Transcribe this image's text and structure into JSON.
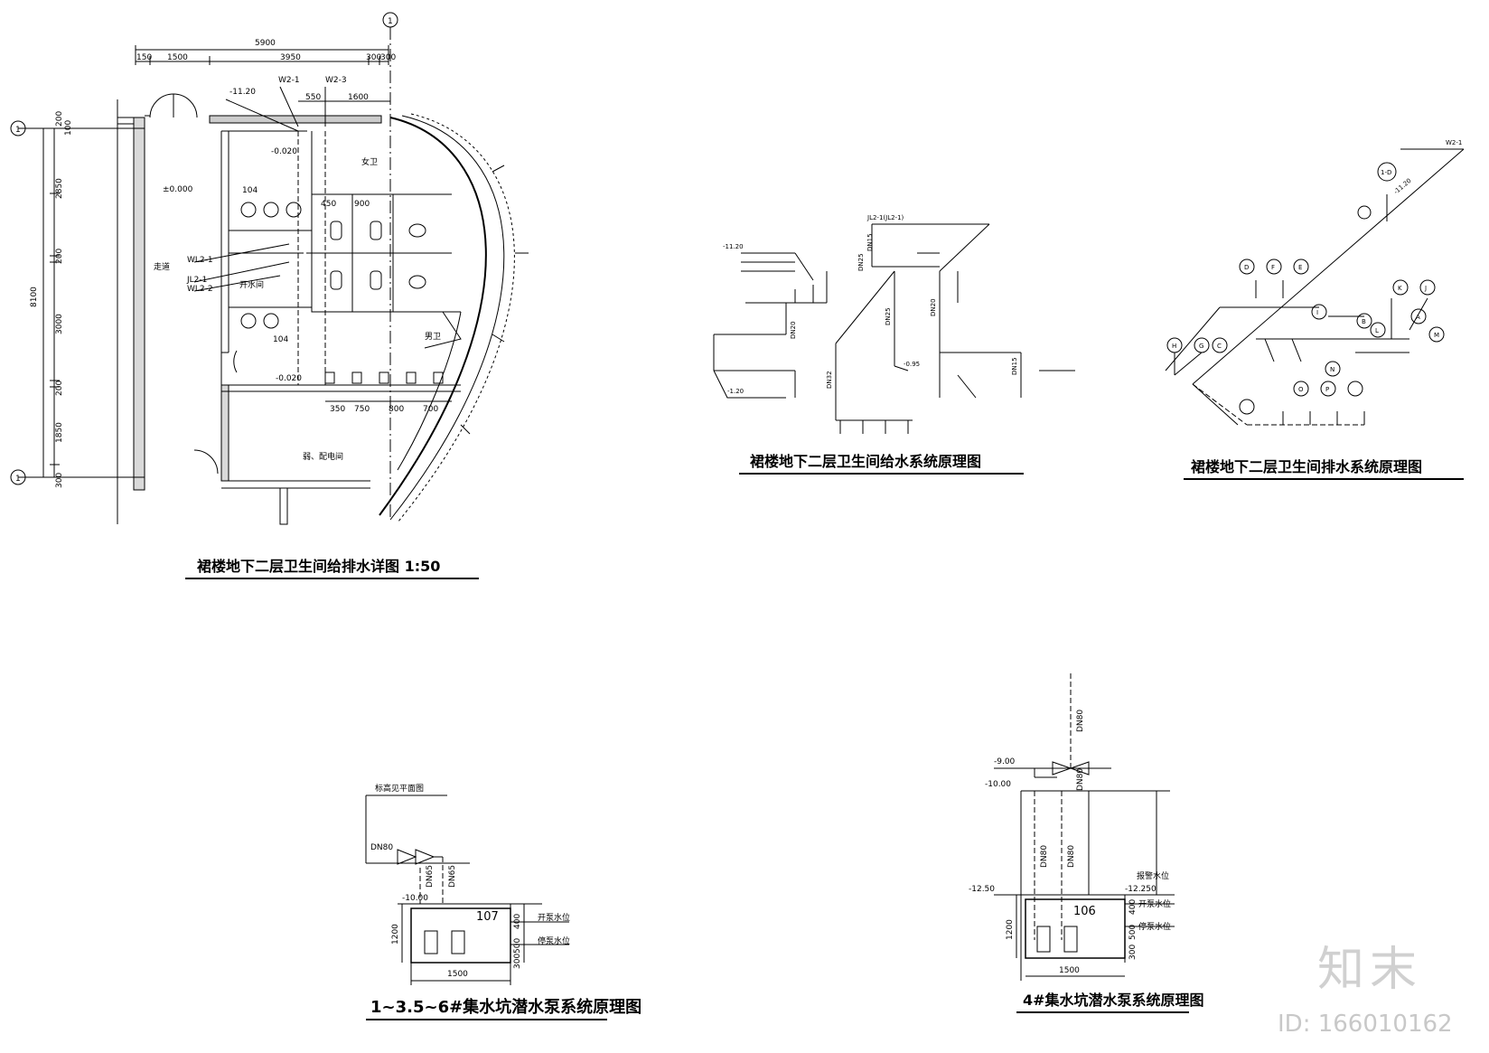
{
  "titles": {
    "plan": "裙楼地下二层卫生间给排水详图 1:50",
    "supply": "裙楼地下二层卫生间给水系统原理图",
    "drainage": "裙楼地下二层卫生间排水系统原理图",
    "pump1": "1~3.5~6#集水坑潜水泵系统原理图",
    "pump4": "4#集水坑潜水泵系统原理图"
  },
  "plan": {
    "axis_top": "1",
    "axis_left_top": "1",
    "axis_left_bottom": "1",
    "dim_total": "5900",
    "dim_parts": [
      "150",
      "1500",
      "3950",
      "300",
      "300"
    ],
    "dim_inner": [
      "550",
      "1600"
    ],
    "dim_left_total": "8100",
    "dim_left_parts": [
      "200",
      "100",
      "2850",
      "200",
      "3000",
      "200",
      "1850",
      "300"
    ],
    "dim_fixtures": [
      "350",
      "750",
      "800",
      "700"
    ],
    "dim_stalls": [
      "450",
      "900"
    ],
    "elev_top": "-11.20",
    "elev_a": "-0.020",
    "elev_b": "±0.000",
    "elev_c": "-0.020",
    "pipe_w1": "W2-1",
    "pipe_w3": "W2-3",
    "pipe_wl1": "WL2-1",
    "pipe_jl": "JL2-1",
    "pipe_wl2": "WL2-2",
    "room_female": "女卫",
    "room_male": "男卫",
    "room_corr": "走道",
    "room_equip": "弱、配电间",
    "room_clean": "开水间",
    "label_104a": "104",
    "label_104b": "104"
  },
  "supply": {
    "riser": "JL2-1(JL2-1)",
    "dn": [
      "DN25",
      "DN20",
      "DN15",
      "DN32",
      "DN25",
      "DN20",
      "DN15"
    ],
    "elev": [
      "-11.20",
      "-1.20",
      "-0.95"
    ]
  },
  "drainage": {
    "pipe": "W2-1",
    "elev": "-11.20",
    "axis": "1-D",
    "nodes": [
      "D",
      "F",
      "E",
      "H",
      "G",
      "C",
      "K",
      "J",
      "I",
      "B",
      "A",
      "L",
      "M",
      "N",
      "O",
      "P"
    ]
  },
  "pump1": {
    "note": "标高见平面图",
    "dn80": "DN80",
    "dn65a": "DN65",
    "dn65b": "DN65",
    "elev": "-10.00",
    "pit": "107",
    "h1": "400",
    "h2": "500",
    "h3": "300",
    "h_total": "1200",
    "w": "1500",
    "start_level": "开泵水位",
    "stop_level": "停泵水位"
  },
  "pump4": {
    "elev_top": "-9.00",
    "elev_mid": "-10.00",
    "elev_bot": "-12.50",
    "elev_r": "-12.250",
    "dn_up": "DN80",
    "dn_r": "DN80",
    "dn_a": "DN80",
    "dn_b": "DN80",
    "pit": "106",
    "h1": "400",
    "h2": "500",
    "h3": "300",
    "h_total": "1200",
    "w": "1500",
    "warn": "报警水位",
    "start_level": "开泵水位",
    "stop_level": "停泵水位"
  },
  "watermark": {
    "logo": "知末",
    "id": "ID: 166010162"
  }
}
